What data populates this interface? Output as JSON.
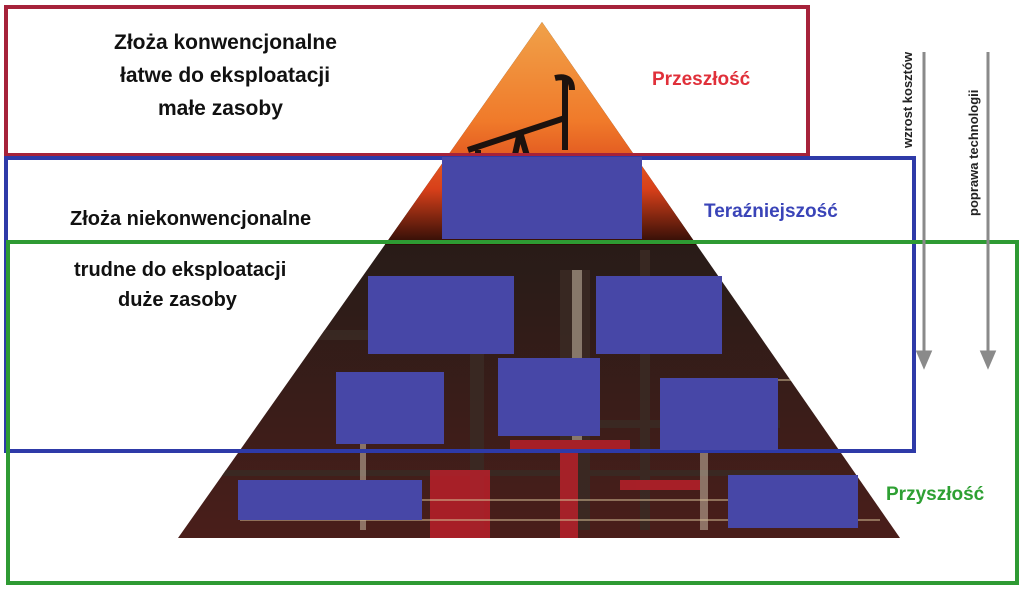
{
  "colors": {
    "past": "#a6223a",
    "present": "#2e3aa8",
    "future": "#2e9a33",
    "slot": "#4747a7",
    "arrow": "#8a8a8a"
  },
  "labels": {
    "conventional": [
      "Złoża konwencjonalne",
      "łatwe do eksploatacji",
      "małe zasoby"
    ],
    "unconventional_title": "Złoża niekonwencjonalne",
    "unconventional": [
      "trudne do eksploatacji",
      "duże zasoby"
    ]
  },
  "eras": {
    "past": "Przeszłość",
    "present": "Teraźniejszość",
    "future": "Przyszłość"
  },
  "arrows": {
    "cost": "wzrost kosztów",
    "tech": "poprawa technologii"
  },
  "pyramid": {
    "image": "oil-rig-photo-pyramid",
    "hidden_slots": 8
  }
}
